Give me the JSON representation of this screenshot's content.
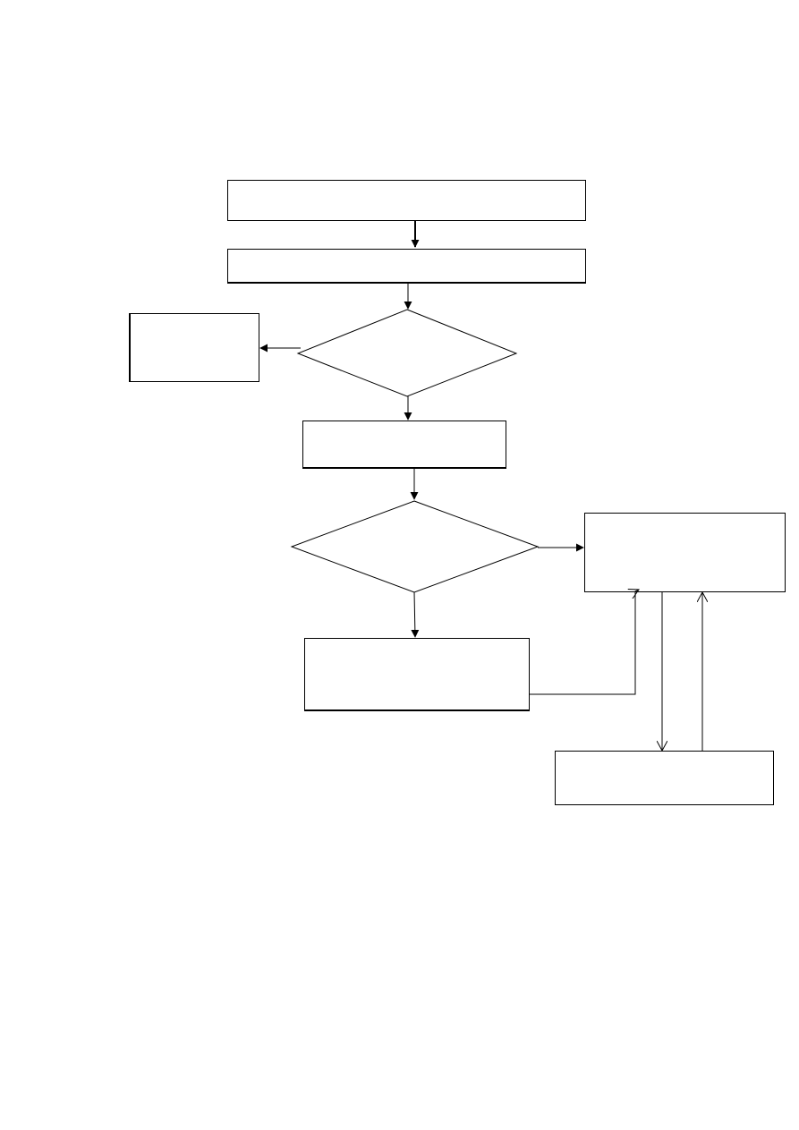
{
  "diagram": {
    "nodes": [
      {
        "id": "box-1",
        "shape": "rect",
        "label": ""
      },
      {
        "id": "box-2",
        "shape": "rect",
        "label": ""
      },
      {
        "id": "decision-1",
        "shape": "diamond",
        "label": ""
      },
      {
        "id": "box-left",
        "shape": "rect",
        "label": ""
      },
      {
        "id": "box-3",
        "shape": "rect",
        "label": ""
      },
      {
        "id": "decision-2",
        "shape": "diamond",
        "label": ""
      },
      {
        "id": "box-right",
        "shape": "rect",
        "label": ""
      },
      {
        "id": "box-4",
        "shape": "rect",
        "label": ""
      },
      {
        "id": "box-bottom-right",
        "shape": "rect",
        "label": ""
      }
    ],
    "edges": [
      {
        "from": "box-1",
        "to": "box-2"
      },
      {
        "from": "box-2",
        "to": "decision-1"
      },
      {
        "from": "decision-1",
        "to": "box-left"
      },
      {
        "from": "decision-1",
        "to": "box-3"
      },
      {
        "from": "box-3",
        "to": "decision-2"
      },
      {
        "from": "decision-2",
        "to": "box-right"
      },
      {
        "from": "decision-2",
        "to": "box-4"
      },
      {
        "from": "box-4",
        "to": "box-right"
      },
      {
        "from": "box-right",
        "to": "box-bottom-right"
      },
      {
        "from": "box-bottom-right",
        "to": "box-right"
      }
    ]
  }
}
